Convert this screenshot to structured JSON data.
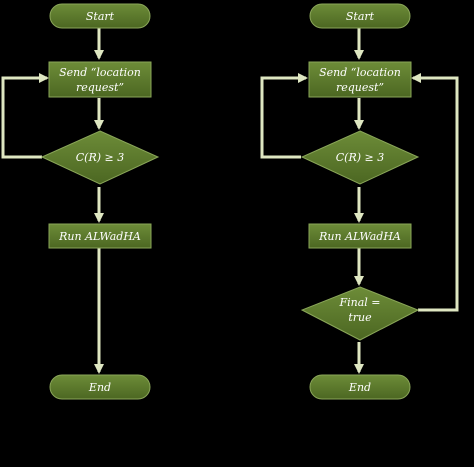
{
  "flowcharts": [
    {
      "start": "Start",
      "send": [
        "Send “location",
        "request”"
      ],
      "condition": "C(R) ≥ 3",
      "run": "Run ALWadHA",
      "end": "End"
    },
    {
      "start": "Start",
      "send": [
        "Send “location",
        "request”"
      ],
      "condition": "C(R) ≥ 3",
      "run": "Run ALWadHA",
      "final": [
        "Final =",
        "true"
      ],
      "end": "End"
    }
  ],
  "colors": {
    "background": "#000000",
    "box_fill": "#5b7a2b",
    "box_stroke": "#8aa659",
    "arrow": "#dfe7c2",
    "text": "#ffffff"
  }
}
